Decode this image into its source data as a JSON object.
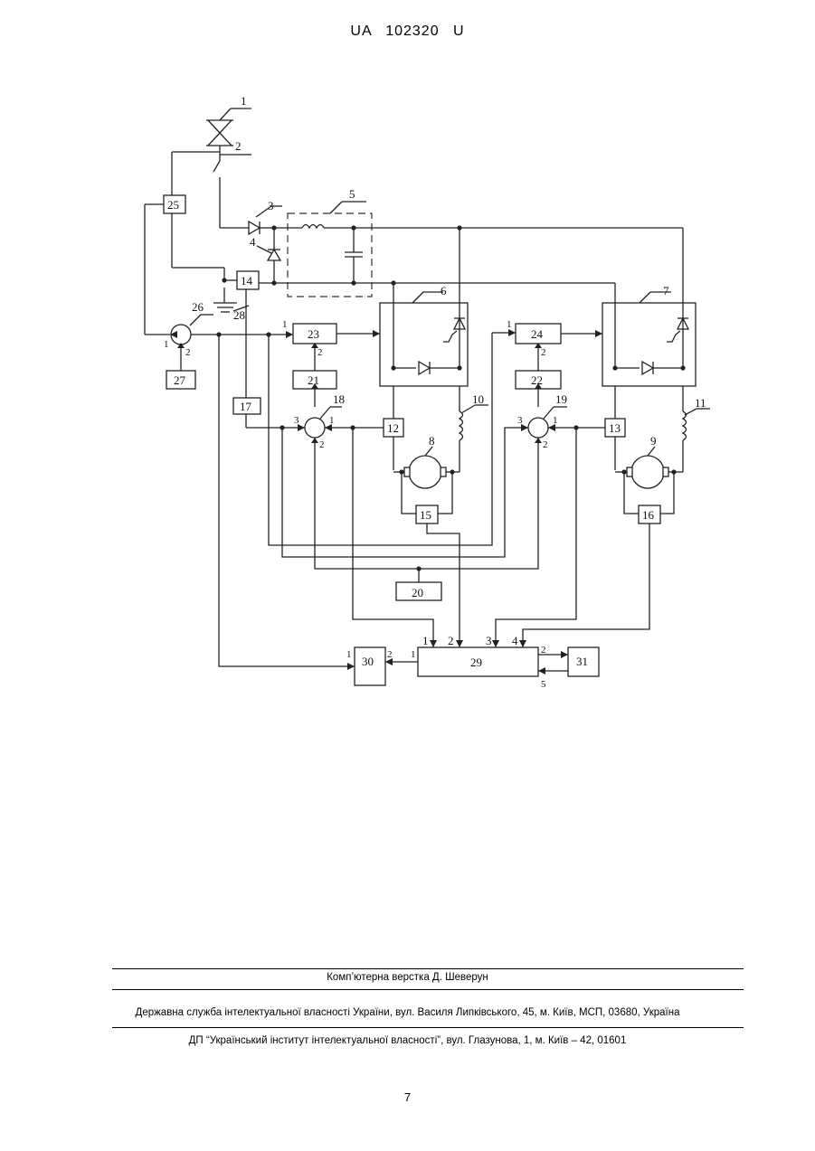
{
  "header": {
    "patent_number": "UA   102320   U"
  },
  "diagram": {
    "labels": {
      "b1": "1",
      "b2": "2",
      "b3": "3",
      "b4": "4",
      "b5": "5",
      "b6": "6",
      "b7": "7",
      "b8": "8",
      "b9": "9",
      "b10": "10",
      "b11": "11",
      "b12": "12",
      "b13": "13",
      "b14": "14",
      "b15": "15",
      "b16": "16",
      "b17": "17",
      "b18": "18",
      "b19": "19",
      "b20": "20",
      "b21": "21",
      "b22": "22",
      "b23": "23",
      "b24": "24",
      "b25": "25",
      "b26": "26",
      "b27": "27",
      "b28": "28",
      "b29": "29",
      "b30": "30",
      "b31": "31"
    },
    "ports": {
      "p23_1": "1",
      "p23_2": "2",
      "p24_1": "1",
      "p24_2": "2",
      "p26_1": "1",
      "p26_2": "2",
      "p18_1": "1",
      "p18_2": "2",
      "p18_3": "3",
      "p19_1": "1",
      "p19_2": "2",
      "p19_3": "3",
      "p29_1": "1",
      "p29_2": "2",
      "p29_3": "3",
      "p29_4": "4",
      "p29_5": "5",
      "p29_o2": "2",
      "p30_1": "1",
      "p30_2": "2",
      "p29_o1": "1"
    }
  },
  "footer": {
    "composer": "Комп’ютерна верстка Д. Шеверун",
    "agency": "Державна служба інтелектуальної власності України, вул. Василя Липківського, 45, м. Київ, МСП, 03680, Україна",
    "institute": "ДП “Український інститут інтелектуальної власності”, вул. Глазунова, 1, м. Київ – 42, 01601"
  },
  "page_number": "7"
}
